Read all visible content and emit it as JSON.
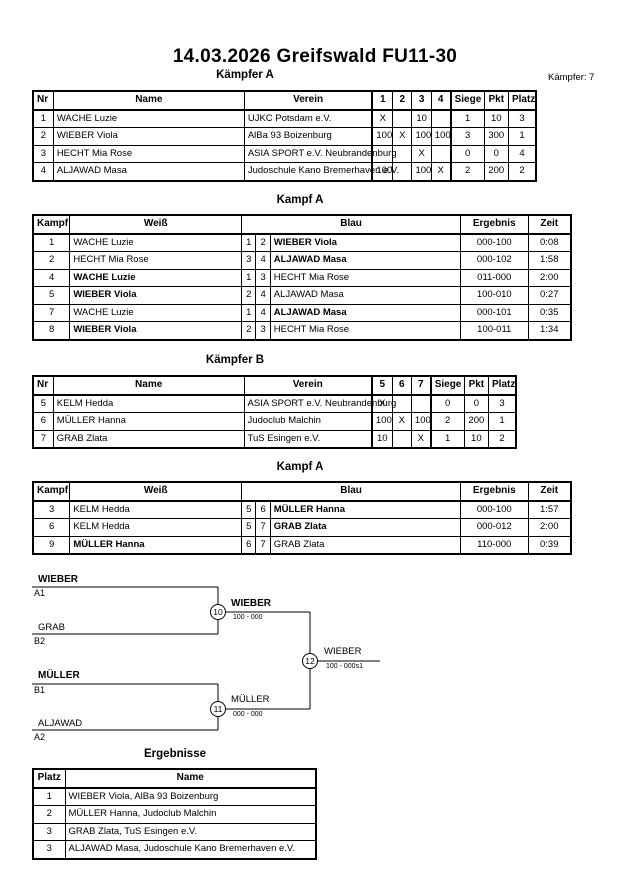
{
  "header": {
    "title": "14.03.2026  Greifswald   FU11-30",
    "fighters_count": "Kämpfer: 7"
  },
  "pool_a": {
    "heading": "Kämpfer A",
    "columns": [
      "Nr",
      "Name",
      "Verein",
      "1",
      "2",
      "3",
      "4",
      "Siege",
      "Pkt",
      "Platz"
    ],
    "rows": [
      [
        "1",
        "WACHE Luzie",
        "UJKC Potsdam e.V.",
        "X",
        "",
        "10",
        "",
        "1",
        "10",
        "3"
      ],
      [
        "2",
        "WIEBER Viola",
        "AlBa 93 Boizenburg",
        "100",
        "X",
        "100",
        "100",
        "3",
        "300",
        "1"
      ],
      [
        "3",
        "HECHT Mia Rose",
        "ASIA SPORT e.V. Neubrandenburg",
        "",
        "",
        "X",
        "",
        "0",
        "0",
        "4"
      ],
      [
        "4",
        "ALJAWAD Masa",
        "Judoschule Kano Bremerhaven e.V.",
        "100",
        "",
        "100",
        "X",
        "2",
        "200",
        "2"
      ]
    ]
  },
  "fights_a": {
    "heading": "Kampf A",
    "columns": [
      "Kampf",
      "Weiß",
      "Blau",
      "Ergebnis",
      "Zeit"
    ],
    "rows": [
      {
        "nr": "1",
        "white": "WACHE Luzie",
        "w": "1",
        "b": "2",
        "blue": "WIEBER Viola",
        "res": "000-100",
        "time": "0:08",
        "win": "blue"
      },
      {
        "nr": "2",
        "white": "HECHT Mia Rose",
        "w": "3",
        "b": "4",
        "blue": "ALJAWAD Masa",
        "res": "000-102",
        "time": "1:58",
        "win": "blue"
      },
      {
        "nr": "4",
        "white": "WACHE Luzie",
        "w": "1",
        "b": "3",
        "blue": "HECHT Mia Rose",
        "res": "011-000",
        "time": "2:00",
        "win": "white"
      },
      {
        "nr": "5",
        "white": "WIEBER Viola",
        "w": "2",
        "b": "4",
        "blue": "ALJAWAD Masa",
        "res": "100-010",
        "time": "0:27",
        "win": "white"
      },
      {
        "nr": "7",
        "white": "WACHE Luzie",
        "w": "1",
        "b": "4",
        "blue": "ALJAWAD Masa",
        "res": "000-101",
        "time": "0:35",
        "win": "blue"
      },
      {
        "nr": "8",
        "white": "WIEBER Viola",
        "w": "2",
        "b": "3",
        "blue": "HECHT Mia Rose",
        "res": "100-011",
        "time": "1:34",
        "win": "white"
      }
    ]
  },
  "pool_b": {
    "heading": "Kämpfer B",
    "columns": [
      "Nr",
      "Name",
      "Verein",
      "5",
      "6",
      "7",
      "Siege",
      "Pkt",
      "Platz"
    ],
    "rows": [
      [
        "5",
        "KELM Hedda",
        "ASIA SPORT e.V. Neubrandenburg",
        "X",
        "",
        "",
        "0",
        "0",
        "3"
      ],
      [
        "6",
        "MÜLLER Hanna",
        "Judoclub Malchin",
        "100",
        "X",
        "100",
        "2",
        "200",
        "1"
      ],
      [
        "7",
        "GRAB Zlata",
        "TuS Esingen e.V.",
        "10",
        "",
        "X",
        "1",
        "10",
        "2"
      ]
    ]
  },
  "fights_b": {
    "heading": "Kampf A",
    "columns": [
      "Kampf",
      "Weiß",
      "Blau",
      "Ergebnis",
      "Zeit"
    ],
    "rows": [
      {
        "nr": "3",
        "white": "KELM Hedda",
        "w": "5",
        "b": "6",
        "blue": "MÜLLER Hanna",
        "res": "000-100",
        "time": "1:57",
        "win": "blue"
      },
      {
        "nr": "6",
        "white": "KELM Hedda",
        "w": "5",
        "b": "7",
        "blue": "GRAB Zlata",
        "res": "000-012",
        "time": "2:00",
        "win": "blue"
      },
      {
        "nr": "9",
        "white": "MÜLLER Hanna",
        "w": "6",
        "b": "7",
        "blue": "GRAB Zlata",
        "res": "110-000",
        "time": "0:39",
        "win": "white"
      }
    ]
  },
  "bracket": {
    "s1_top_name": "WIEBER",
    "s1_top_seed": "A1",
    "s1_bot_name": "GRAB",
    "s1_bot_seed": "B2",
    "s2_top_name": "MÜLLER",
    "s2_top_seed": "B1",
    "s2_bot_name": "ALJAWAD",
    "s2_bot_seed": "A2",
    "node_10": "10",
    "node_11": "11",
    "node_12": "12",
    "w10_name": "WIEBER",
    "w10_res": "100 - 000",
    "w11_name": "MÜLLER",
    "w11_res": "000 - 000",
    "final_name": "WIEBER",
    "final_res": "100 - 000s1"
  },
  "results": {
    "heading": "Ergebnisse",
    "columns": [
      "Platz",
      "Name"
    ],
    "rows": [
      [
        "1",
        "WIEBER Viola, AlBa 93 Boizenburg"
      ],
      [
        "2",
        "MÜLLER Hanna, Judoclub Malchin"
      ],
      [
        "3",
        "GRAB Zlata, TuS Esingen e.V."
      ],
      [
        "3",
        "ALJAWAD Masa, Judoschule Kano Bremerhaven e.V."
      ]
    ]
  }
}
